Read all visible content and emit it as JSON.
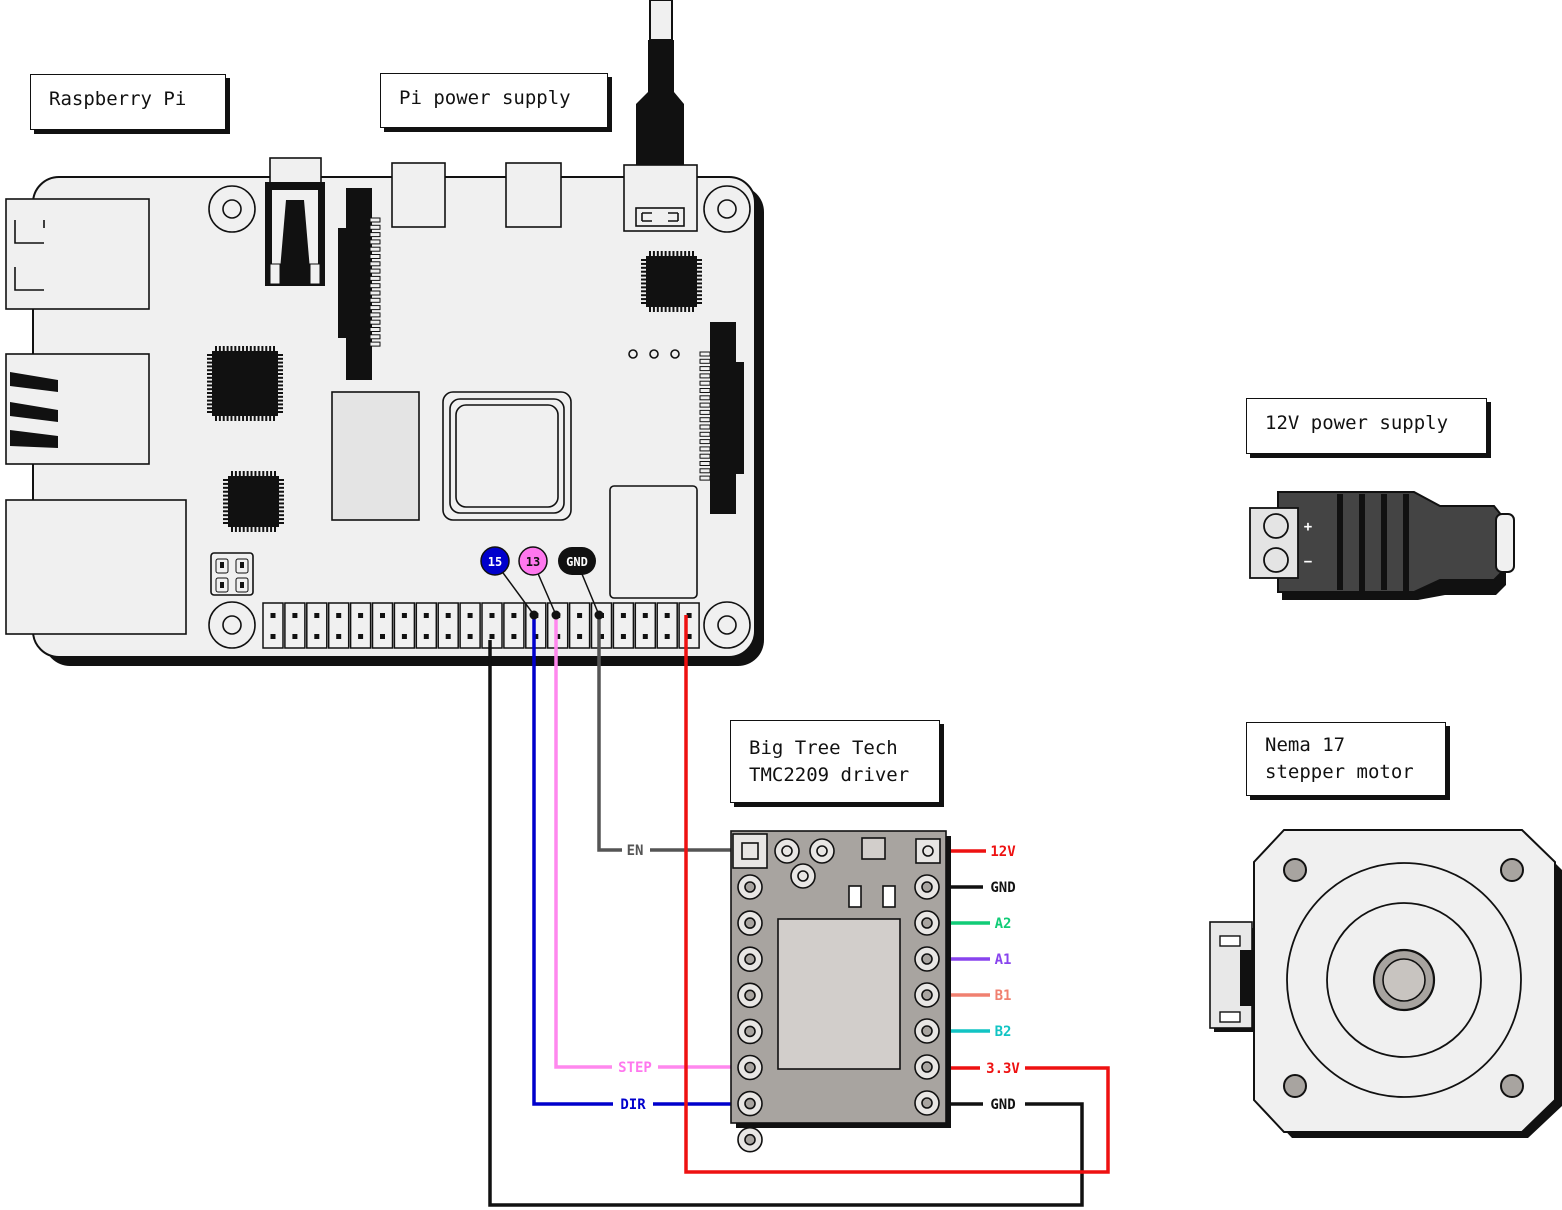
{
  "labels": {
    "raspberry_pi": "Raspberry Pi",
    "pi_power_supply": "Pi power supply",
    "power_12v": "12V power supply",
    "driver_line1": "Big Tree Tech",
    "driver_line2": "TMC2209 driver",
    "motor_line1": "Nema 17",
    "motor_line2": "stepper motor"
  },
  "gpio_markers": {
    "pin15": "15",
    "pin13": "13",
    "gnd": "GND"
  },
  "driver_pins": {
    "en": "EN",
    "step": "STEP",
    "dir": "DIR",
    "v12": "12V",
    "gnd_motor": "GND",
    "a2": "A2",
    "a1": "A1",
    "b1": "B1",
    "b2": "B2",
    "v33": "3.3V",
    "gnd_logic": "GND"
  },
  "terminal": {
    "plus": "+",
    "minus": "−"
  },
  "colors": {
    "power_red": "#ee1111",
    "ground_black": "#111111",
    "enable_gray": "#555555",
    "step_pink": "#ff88ee",
    "dir_blue": "#0000cc",
    "a2_green": "#11cc77",
    "a1_purple": "#8844ee",
    "b1_salmon": "#f08070",
    "b2_cyan": "#11c4c4"
  }
}
